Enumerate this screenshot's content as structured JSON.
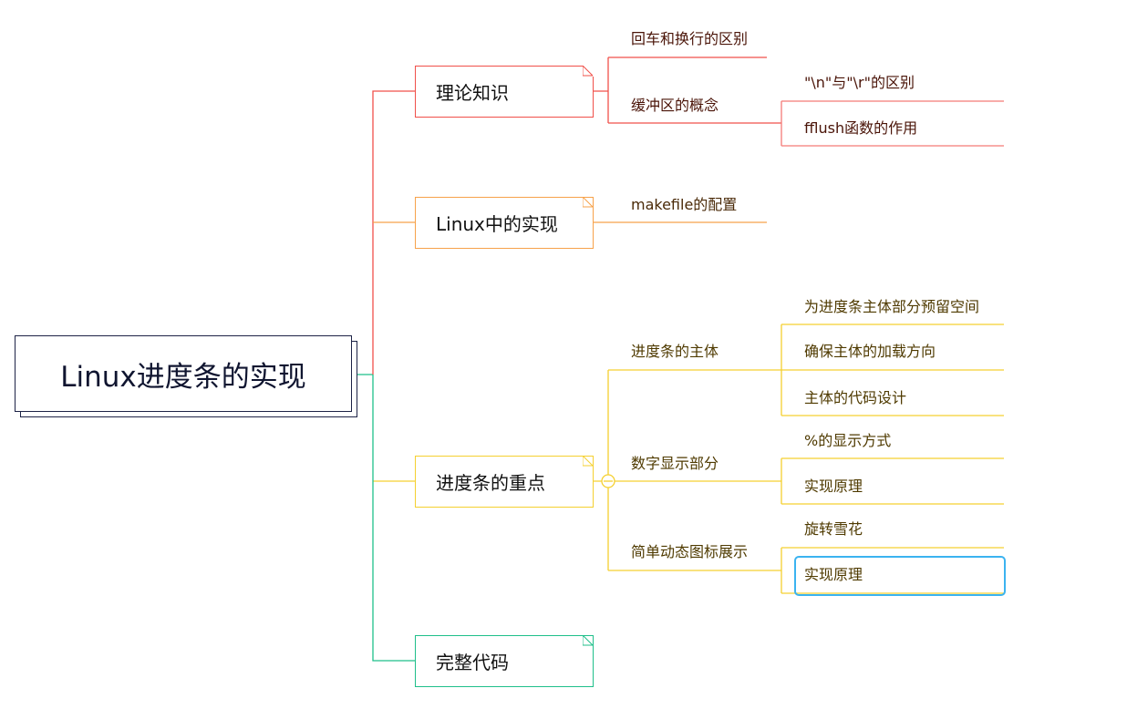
{
  "root": {
    "label": "Linux进度条的实现"
  },
  "colors": {
    "red": "#f0504a",
    "orange": "#f7a24a",
    "yellow": "#f5d030",
    "green": "#1fbf8a",
    "root": "#1d2346",
    "selection": "#3bb3f0"
  },
  "branches": [
    {
      "label": "理论知识",
      "children": [
        {
          "label": "回车和换行的区别"
        },
        {
          "label": "缓冲区的概念",
          "children": [
            {
              "label": "\"\\n\"与\"\\r\"的区别"
            },
            {
              "label": "fflush函数的作用"
            }
          ]
        }
      ]
    },
    {
      "label": "Linux中的实现",
      "children": [
        {
          "label": "makefile的配置"
        }
      ]
    },
    {
      "label": "进度条的重点",
      "children": [
        {
          "label": "进度条的主体",
          "children": [
            {
              "label": "为进度条主体部分预留空间"
            },
            {
              "label": "确保主体的加载方向"
            },
            {
              "label": "主体的代码设计"
            }
          ]
        },
        {
          "label": "数字显示部分",
          "children": [
            {
              "label": "%的显示方式"
            },
            {
              "label": "实现原理"
            }
          ]
        },
        {
          "label": "简单动态图标展示",
          "children": [
            {
              "label": "旋转雪花"
            },
            {
              "label": "实现原理"
            }
          ]
        }
      ]
    },
    {
      "label": "完整代码"
    }
  ]
}
